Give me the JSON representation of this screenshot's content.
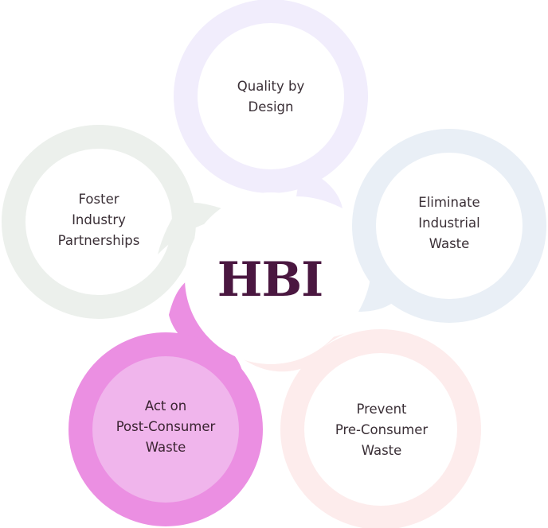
{
  "logo": "HBI",
  "nodes": [
    {
      "id": "quality",
      "lines": [
        "Quality by",
        "Design"
      ]
    },
    {
      "id": "foster",
      "lines": [
        "Foster",
        "Industry",
        "Partnerships"
      ]
    },
    {
      "id": "eliminate",
      "lines": [
        "Eliminate",
        "Industrial",
        "Waste"
      ]
    },
    {
      "id": "act",
      "lines": [
        "Act on",
        "Post-Consumer",
        "Waste"
      ]
    },
    {
      "id": "prevent",
      "lines": [
        "Prevent",
        "Pre-Consumer",
        "Waste"
      ]
    }
  ],
  "colors": {
    "quality_ring": "#f1edfc",
    "foster_ring": "#ecf0ec",
    "eliminate_ring": "#e9eff6",
    "prevent_ring": "#fdecec",
    "act_ring": "#eb8fe2",
    "act_fill": "#f0b5ec",
    "logo": "#4a1740",
    "text": "#3a2f36"
  }
}
